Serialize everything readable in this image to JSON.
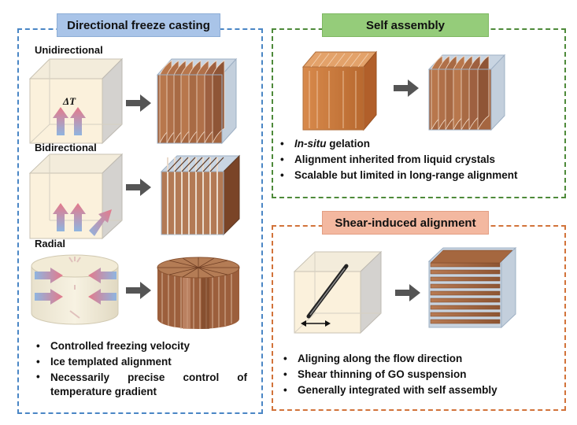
{
  "panels": {
    "freeze": {
      "title": "Directional freeze casting",
      "sub_uni": "Unidirectional",
      "sub_bi": "Bidirectional",
      "sub_radial": "Radial",
      "delta_t": "ΔT",
      "bullets": [
        "Controlled freezing velocity",
        "Ice templated alignment",
        "Necessarily precise control of temperature gradient"
      ]
    },
    "self": {
      "title": "Self assembly",
      "bullet_1_italic": "In-situ",
      "bullet_1_rest": " gelation",
      "bullets": [
        "Alignment inherited from liquid crystals",
        "Scalable but limited in long-range alignment"
      ]
    },
    "shear": {
      "title": "Shear-induced alignment",
      "bullets": [
        "Aligning along the flow direction",
        "Shear thinning of GO suspension",
        "Generally integrated with self assembly"
      ]
    }
  },
  "colors": {
    "blue_border": "#4a86c5",
    "green_border": "#4e8a3a",
    "orange_border": "#d2733a",
    "blue_tag": "#a9c4e8",
    "green_tag": "#95cc7a",
    "orange_tag": "#f3b8a0",
    "brown": "#9c5f3c"
  }
}
